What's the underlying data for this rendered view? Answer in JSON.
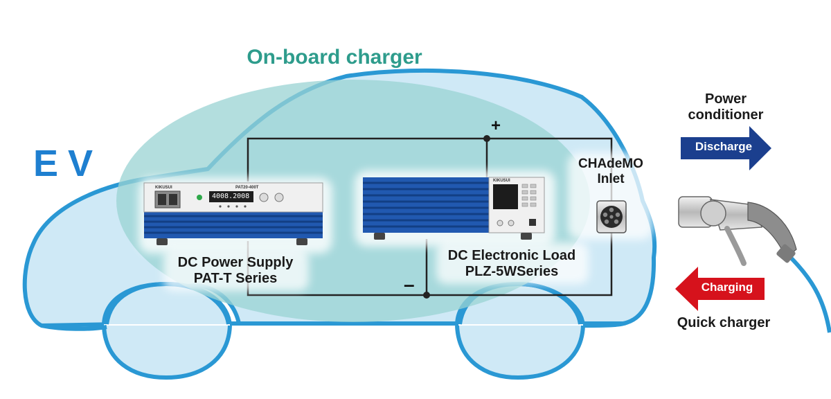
{
  "labels": {
    "title": "On-board charger",
    "ev": "EV",
    "power_supply_line1": "DC Power Supply",
    "power_supply_line2": "PAT-T Series",
    "load_line1": "DC Electronic Load",
    "load_line2": "PLZ-5WSeries",
    "inlet_line1": "CHAdeMO",
    "inlet_line2": "Inlet",
    "power_conditioner_line1": "Power",
    "power_conditioner_line2": "conditioner",
    "discharge": "Discharge",
    "charging": "Charging",
    "quick_charger": "Quick charger",
    "plus_sign": "+",
    "minus_sign": "–"
  },
  "devices": {
    "brand": "KIKUSUI",
    "psu_model": "PAT20-400T",
    "psu_display": "4008.2008"
  },
  "colors": {
    "title": "#2e9c8c",
    "ev_text": "#1e7fd0",
    "car_outline": "#2a98d4",
    "car_fill": "#cfe9f6",
    "ellipse_fill": "#9ad3d3",
    "device_blue": "#2159b0",
    "wire": "#222222",
    "discharge_arrow": "#1b3f8e",
    "charging_arrow": "#d6121c",
    "cable": "#2a98d4"
  }
}
